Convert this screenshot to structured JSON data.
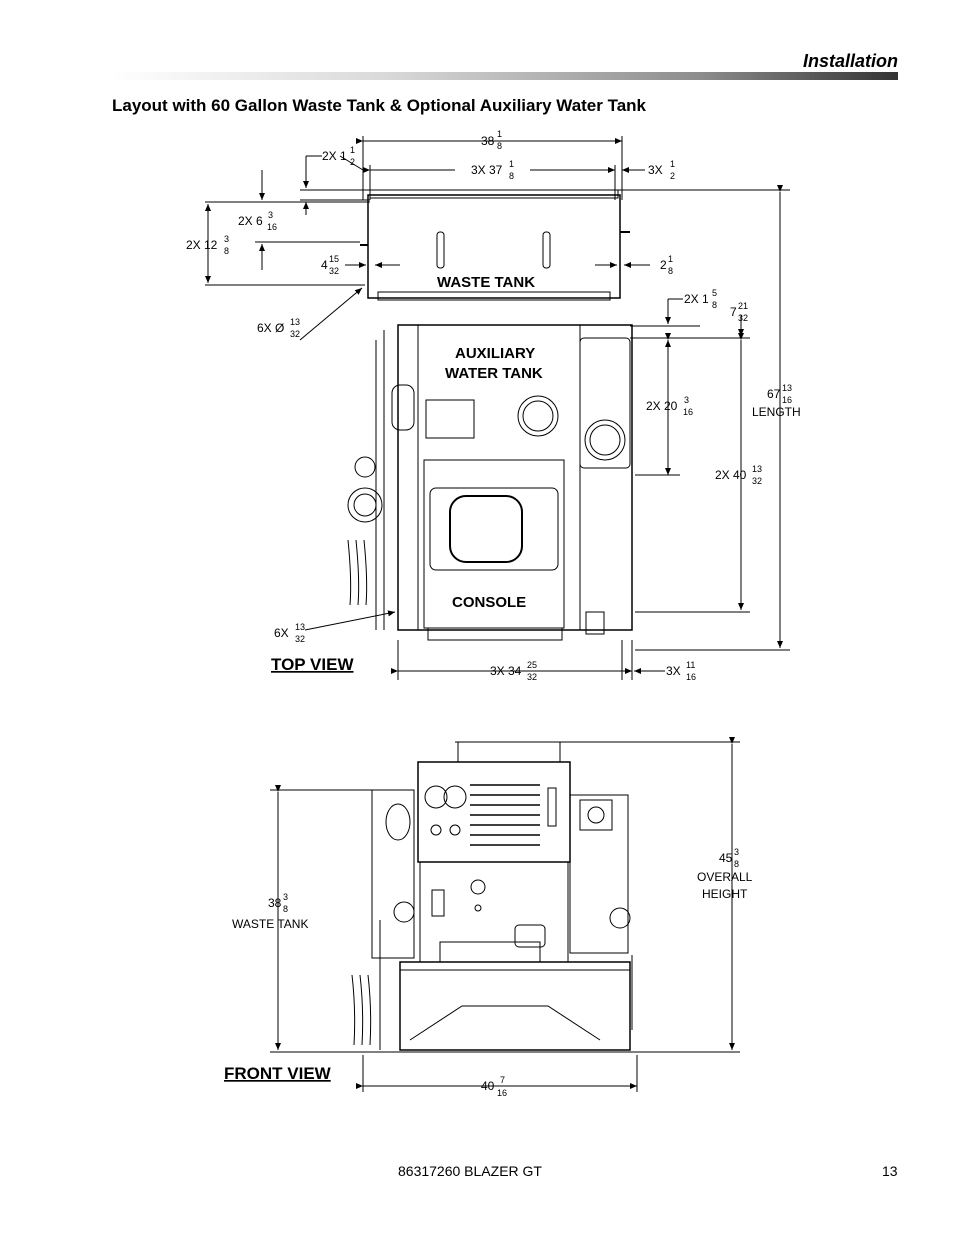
{
  "header": {
    "section": "Installation"
  },
  "title": "Layout with 60 Gallon Waste Tank & Optional Auxiliary Water Tank",
  "top_view": {
    "label": "TOP VIEW",
    "components": {
      "waste_tank": "WASTE TANK",
      "aux_line1": "AUXILIARY",
      "aux_line2": "WATER TANK",
      "console": "CONSOLE"
    },
    "dims": {
      "d1": {
        "prefix": "38",
        "num": "1",
        "den": "8"
      },
      "d2": {
        "prefix": "3X 37",
        "num": "1",
        "den": "8"
      },
      "d3": {
        "prefix": "3X ",
        "num": "1",
        "den": "2"
      },
      "d4": {
        "prefix": "2X 1",
        "num": "1",
        "den": "2"
      },
      "d5": {
        "prefix": "2X 6",
        "num": "3",
        "den": "16"
      },
      "d6": {
        "prefix": "2X 12",
        "num": "3",
        "den": "8"
      },
      "d7": {
        "prefix": "4",
        "num": "15",
        "den": "32"
      },
      "d8": {
        "prefix": "2",
        "num": "1",
        "den": "8"
      },
      "d9": {
        "prefix": "6X Ø",
        "num": "13",
        "den": "32"
      },
      "d10": {
        "prefix": "2X 1",
        "num": "5",
        "den": "8"
      },
      "d11": {
        "prefix": "7",
        "num": "21",
        "den": "32"
      },
      "d12": {
        "prefix": "67",
        "num": "13",
        "den": "16",
        "caption": "LENGTH"
      },
      "d13": {
        "prefix": "2X 20",
        "num": "3",
        "den": "16"
      },
      "d14": {
        "prefix": "2X 40",
        "num": "13",
        "den": "32"
      },
      "d15": {
        "prefix": "6X ",
        "num": "13",
        "den": "32"
      },
      "d16": {
        "prefix": "3X 34",
        "num": "25",
        "den": "32"
      },
      "d17": {
        "prefix": "3X ",
        "num": "11",
        "den": "16"
      }
    }
  },
  "front_view": {
    "label": "FRONT VIEW",
    "dims": {
      "f1": {
        "prefix": "38",
        "num": "3",
        "den": "8",
        "caption": "WASTE TANK"
      },
      "f2": {
        "prefix": "45",
        "num": "3",
        "den": "8",
        "caption1": "OVERALL",
        "caption2": "HEIGHT"
      },
      "f3": {
        "prefix": "40",
        "num": "7",
        "den": "16"
      }
    }
  },
  "footer": {
    "doc": "86317260 BLAZER GT",
    "page": "13"
  }
}
